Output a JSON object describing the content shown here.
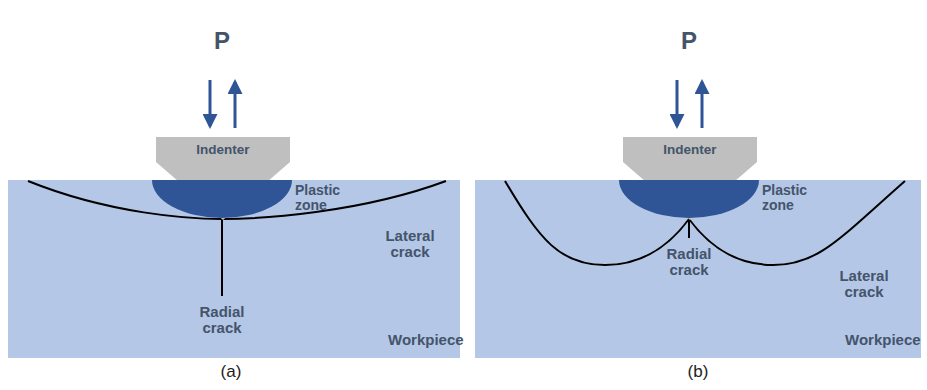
{
  "diagram": {
    "nodes": [
      {
        "text": [
          "Indenter"
        ]
      },
      {
        "text": [
          "Workpiece"
        ]
      },
      {
        "text": [
          "Plastic zone"
        ],
        "in": 1
      },
      {
        "text": [
          "Indenter"
        ]
      },
      {
        "text": [
          "Workpiece"
        ]
      },
      {
        "text": [
          "Plastic zone"
        ],
        "in": 4
      }
    ],
    "edges": [],
    "labels": [
      "P",
      "Lateral crack",
      "Radial crack",
      "(a)",
      "P",
      "Radial crack",
      "Lateral crack",
      "(b)"
    ]
  }
}
